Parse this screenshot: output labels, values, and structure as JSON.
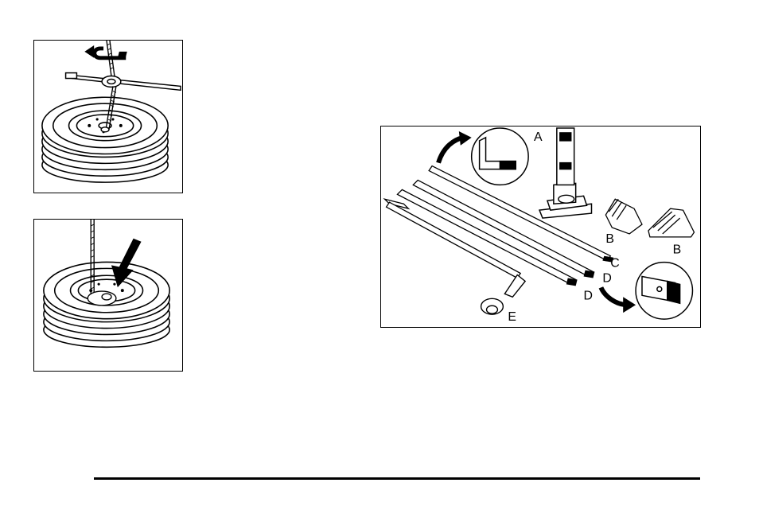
{
  "tool_labels": {
    "a": "A",
    "b_left": "B",
    "b_right": "B",
    "c": "C",
    "d_upper": "D",
    "d_lower": "D",
    "e": "E"
  },
  "colors": {
    "ink": "#000000",
    "paper": "#ffffff"
  },
  "icons": {
    "rotate_arrow": "curved-rotate-arrow-icon",
    "down_arrow": "down-arrow-icon",
    "callout_arrow": "curved-arrow-icon"
  }
}
